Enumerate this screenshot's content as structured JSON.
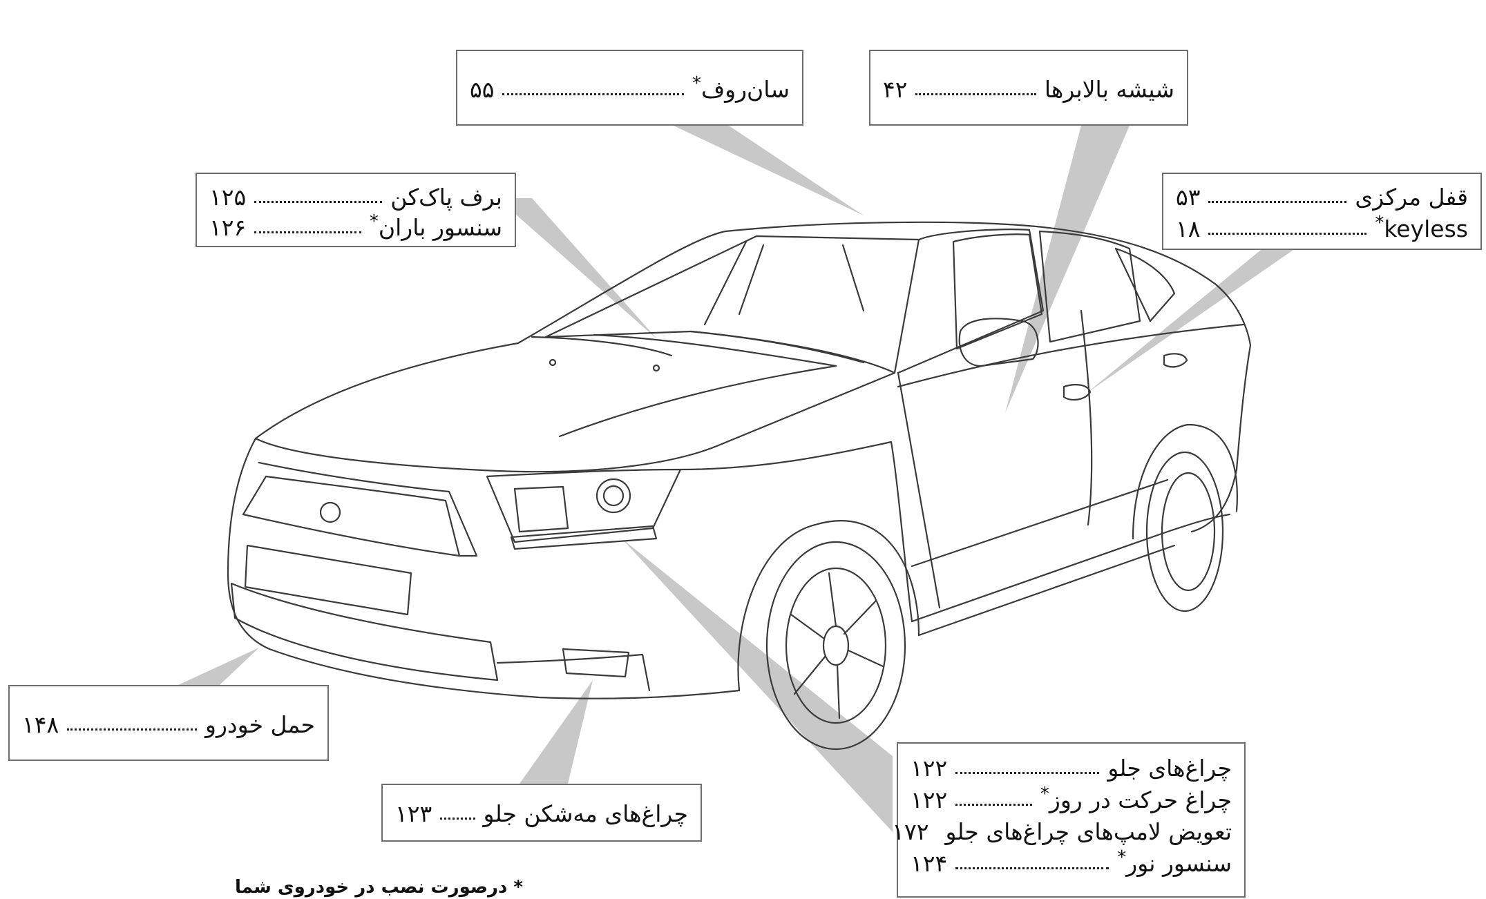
{
  "callouts": {
    "sunroof": {
      "label": "سان‌روف",
      "star": "*",
      "page": "۵۵"
    },
    "windows": {
      "label": "شیشه بالابرها",
      "star": "",
      "page": "۴۲"
    },
    "wiper": {
      "label": "برف پاک‌کن",
      "star": "",
      "page": "۱۲۵"
    },
    "rain": {
      "label": "سنسور باران",
      "star": "*",
      "page": "۱۲۶"
    },
    "lock": {
      "label": "قفل مرکزی",
      "star": "",
      "page": "۵۳"
    },
    "keyless": {
      "label": "keyless",
      "star": "*",
      "page": "۱۸"
    },
    "towing": {
      "label": "حمل خودرو",
      "star": "",
      "page": "۱۴۸"
    },
    "fog": {
      "label": "چراغ‌های مه‌شکن جلو",
      "star": "",
      "page": "۱۲۳"
    },
    "headlamps": {
      "label": "چراغ‌های جلو",
      "star": "",
      "page": "۱۲۲"
    },
    "drl": {
      "label": "چراغ حرکت در روز",
      "star": "*",
      "page": "۱۲۲"
    },
    "bulbs": {
      "label": "تعویض لامپ‌های چراغ‌های جلو",
      "star": "",
      "page": "۱۷۲"
    },
    "light": {
      "label": "سنسور نور",
      "star": "*",
      "page": "۱۲۴"
    }
  },
  "footnote": "* درصورت نصب در خودروی شما",
  "colors": {
    "pointer": "#c8c8c8",
    "line": "#3a3a3a",
    "box_border": "#6d6d6d"
  }
}
